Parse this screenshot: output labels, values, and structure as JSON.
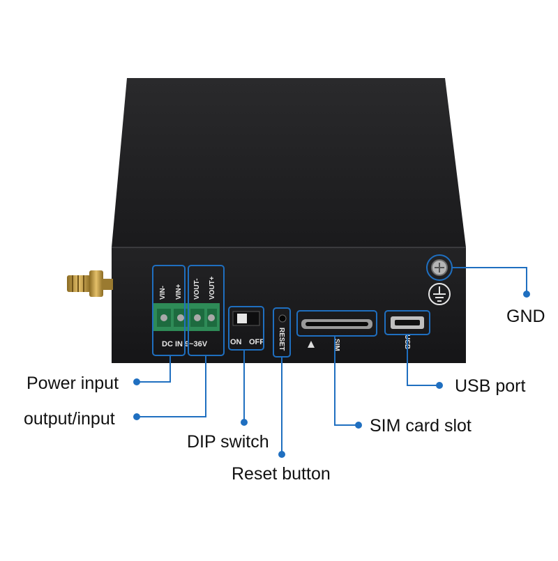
{
  "device_markings": {
    "vin_minus": "VIN-",
    "vin_plus": "VIN+",
    "vout_minus": "VOUT-",
    "vout_plus": "VOUT+",
    "dc_in": "DC IN 9~36V",
    "switch_on": "ON",
    "switch_off": "OFF",
    "reset": "RESET",
    "sim": "SIM",
    "usb": "USB"
  },
  "callouts": {
    "gnd": "GND",
    "power_input": "Power input",
    "output_input": "output/input",
    "usb_port": "USB port",
    "sim_card_slot": "SIM card slot",
    "dip_switch": "DIP switch",
    "reset_button": "Reset button"
  },
  "colors": {
    "callout_line": "#1f6fc0",
    "device_body": "#1c1c1e",
    "connector_green": "#2e8b57",
    "antenna_gold": "#c9a24a"
  }
}
